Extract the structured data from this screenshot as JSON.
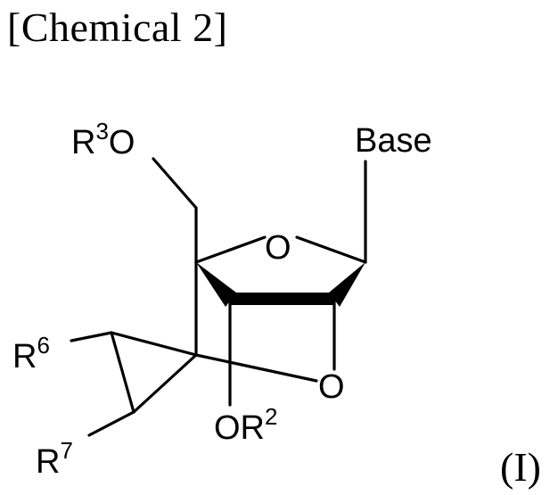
{
  "heading": "[Chemical 2]",
  "formula_label": "(I)",
  "labels": {
    "r3o": {
      "r": "R",
      "sup": "3",
      "o": "O"
    },
    "base": "Base",
    "ring_oxygen": "O",
    "bridge_oxygen": "O",
    "or2": {
      "o_r": "OR",
      "sup": "2"
    },
    "r6": {
      "r": "R",
      "sup": "6"
    },
    "r7": {
      "r": "R",
      "sup": "7"
    }
  }
}
